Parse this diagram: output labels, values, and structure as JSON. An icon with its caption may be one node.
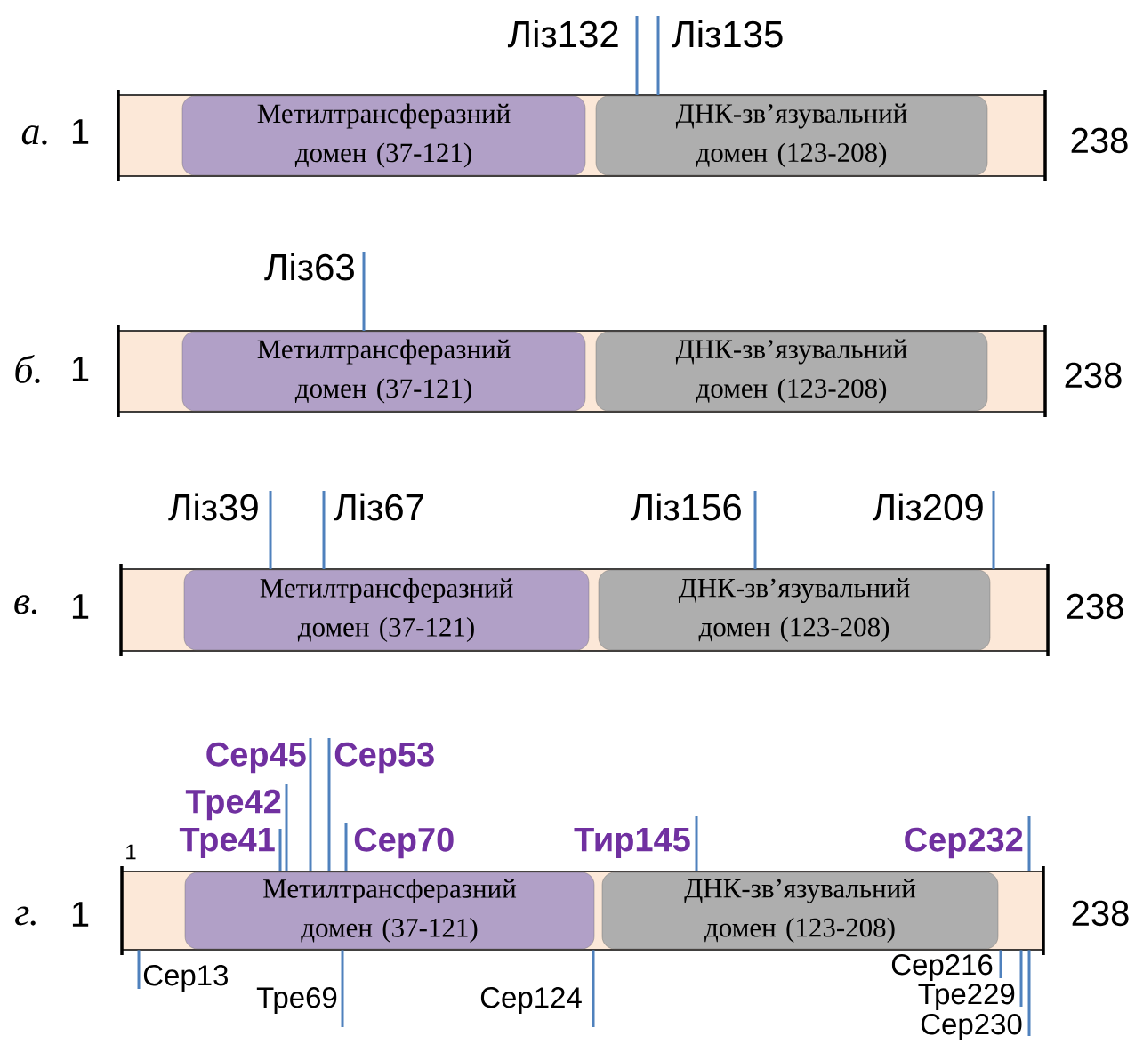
{
  "diagram": {
    "nodes": [
      {
        "text": [
          "Ліз132"
        ]
      },
      {
        "text": [
          "Ліз135"
        ]
      },
      {
        "text": [],
        "shape": "bar"
      },
      {
        "text": [
          "Метилтрансферазний домен (37-121)"
        ],
        "in": 2
      },
      {
        "text": [
          "ДНК-зв’язувальний домен (123-208)"
        ],
        "in": 2
      },
      {
        "text": [
          "Ліз63"
        ]
      },
      {
        "text": [],
        "shape": "bar"
      },
      {
        "text": [
          "Метилтрансферазний домен (37-121)"
        ],
        "in": 6
      },
      {
        "text": [
          "ДНК-зв’язувальний домен (123-208)"
        ],
        "in": 6
      },
      {
        "text": [
          "Ліз39"
        ]
      },
      {
        "text": [
          "Ліз67"
        ]
      },
      {
        "text": [
          "Ліз156"
        ]
      },
      {
        "text": [
          "Ліз209"
        ]
      },
      {
        "text": [],
        "shape": "bar"
      },
      {
        "text": [
          "Метилтрансферазний домен (37-121)"
        ],
        "in": 13
      },
      {
        "text": [
          "ДНК-зв’язувальний домен (123-208)"
        ],
        "in": 13
      },
      {
        "text": [
          "Сер45"
        ]
      },
      {
        "text": [
          "Сер53"
        ]
      },
      {
        "text": [
          "Тре42"
        ]
      },
      {
        "text": [
          "Тре41"
        ]
      },
      {
        "text": [
          "Сер70"
        ]
      },
      {
        "text": [
          "Тир145"
        ]
      },
      {
        "text": [
          "Сер232"
        ]
      },
      {
        "text": [],
        "shape": "bar"
      },
      {
        "text": [
          "Метилтрансферазний домен (37-121)"
        ],
        "in": 23
      },
      {
        "text": [
          "ДНК-зв’язувальний домен (123-208)"
        ],
        "in": 23
      },
      {
        "text": [
          "Сер13"
        ]
      },
      {
        "text": [
          "Тре69"
        ]
      },
      {
        "text": [
          "Сер124"
        ]
      },
      {
        "text": [
          "Сер216"
        ]
      },
      {
        "text": [
          "Тре229"
        ]
      },
      {
        "text": [
          "Сер230"
        ]
      }
    ],
    "edges": [
      {
        "from": 0,
        "to": 2,
        "arrow": "none"
      },
      {
        "from": 1,
        "to": 2,
        "arrow": "none"
      },
      {
        "from": 5,
        "to": 6,
        "arrow": "none"
      },
      {
        "from": 9,
        "to": 13,
        "arrow": "none"
      },
      {
        "from": 10,
        "to": 13,
        "arrow": "none"
      },
      {
        "from": 11,
        "to": 13,
        "arrow": "none"
      },
      {
        "from": 12,
        "to": 13,
        "arrow": "none"
      },
      {
        "from": 16,
        "to": 23,
        "arrow": "none"
      },
      {
        "from": 17,
        "to": 23,
        "arrow": "none"
      },
      {
        "from": 18,
        "to": 23,
        "arrow": "none"
      },
      {
        "from": 19,
        "to": 23,
        "arrow": "none"
      },
      {
        "from": 20,
        "to": 23,
        "arrow": "none"
      },
      {
        "from": 21,
        "to": 23,
        "arrow": "none"
      },
      {
        "from": 22,
        "to": 23,
        "arrow": "none"
      },
      {
        "from": 26,
        "to": 23,
        "arrow": "none"
      },
      {
        "from": 27,
        "to": 23,
        "arrow": "none"
      },
      {
        "from": 28,
        "to": 23,
        "arrow": "none"
      },
      {
        "from": 29,
        "to": 23,
        "arrow": "none"
      },
      {
        "from": 30,
        "to": 23,
        "arrow": "none"
      },
      {
        "from": 31,
        "to": 23,
        "arrow": "none"
      }
    ],
    "labels": [
      "а.",
      "1",
      "238",
      "б.",
      "1",
      "238",
      "в.",
      "1",
      "238",
      "1",
      "г.",
      "1",
      "238"
    ]
  }
}
